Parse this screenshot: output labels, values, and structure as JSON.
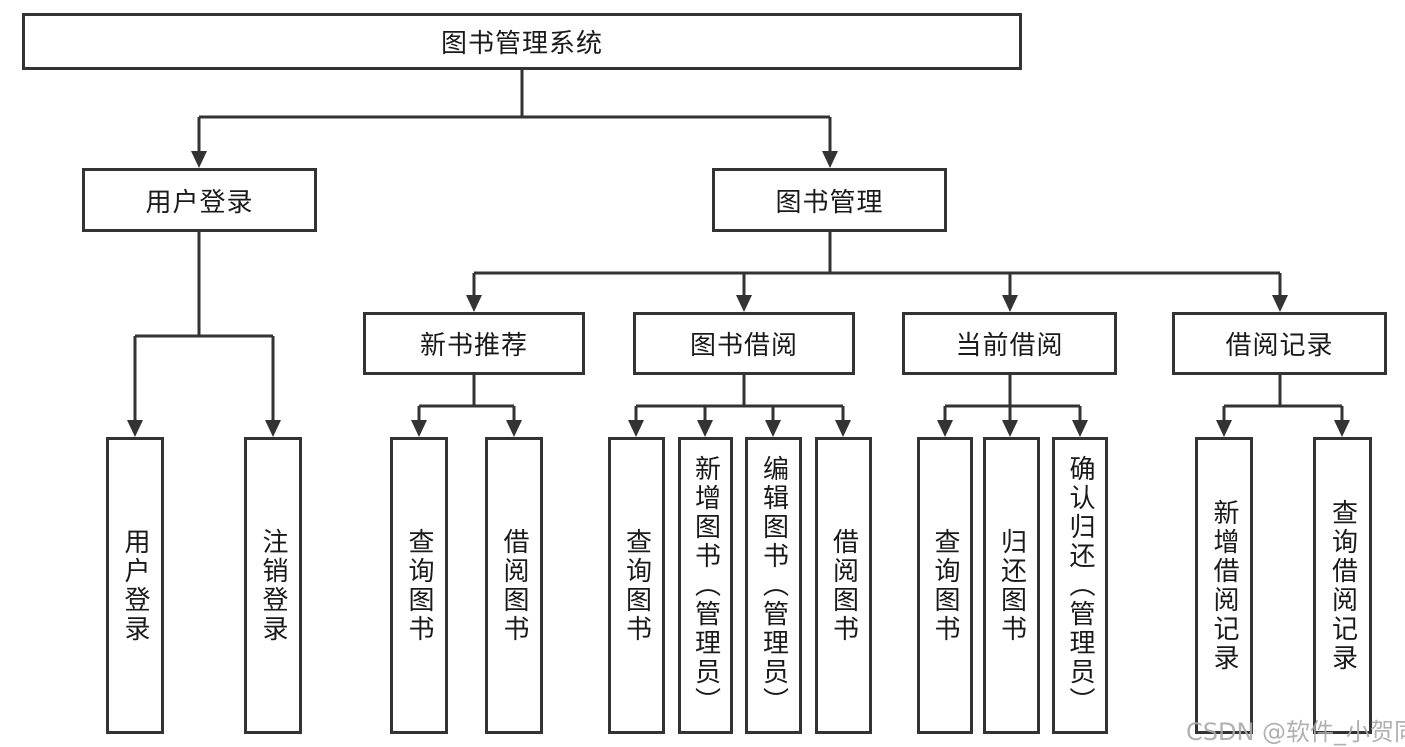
{
  "diagram": {
    "title": "图书管理系统",
    "branches": [
      {
        "label": "用户登录",
        "children": [
          {
            "label": "用户登录"
          },
          {
            "label": "注销登录"
          }
        ]
      },
      {
        "label": "图书管理",
        "children": [
          {
            "label": "新书推荐",
            "children": [
              {
                "label": "查询图书"
              },
              {
                "label": "借阅图书"
              }
            ]
          },
          {
            "label": "图书借阅",
            "children": [
              {
                "label": "查询图书"
              },
              {
                "label": "新增图书（管理员）"
              },
              {
                "label": "编辑图书（管理员）"
              },
              {
                "label": "借阅图书"
              }
            ]
          },
          {
            "label": "当前借阅",
            "children": [
              {
                "label": "查询图书"
              },
              {
                "label": "归还图书"
              },
              {
                "label": "确认归还（管理员）"
              }
            ]
          },
          {
            "label": "借阅记录",
            "children": [
              {
                "label": "新增借阅记录"
              },
              {
                "label": "查询借阅记录"
              }
            ]
          }
        ]
      }
    ]
  },
  "watermark": {
    "text": "CSDN @软件_小贺同学",
    "color": "#a8a8a8"
  },
  "colors": {
    "line": "#333333",
    "box_border": "#333333",
    "background": "#ffffff",
    "text": "#1a1a1a"
  }
}
